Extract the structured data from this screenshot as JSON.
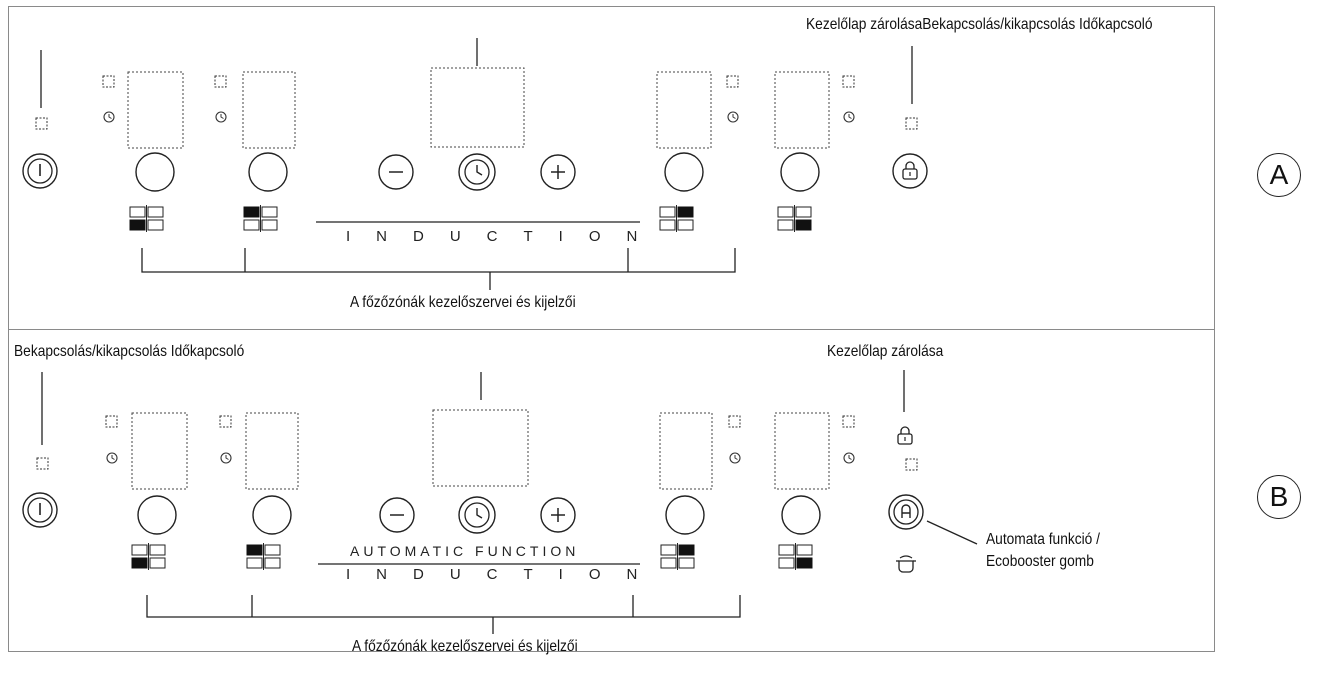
{
  "panel_a": {
    "letter": "A",
    "callout_top_right": "Kezelőlap zárolásaBekapcsolás/kikapcsolás Időkapcsoló",
    "induction_text": "INDUCTION",
    "zones_caption": "A főzőzónák kezelőszervei és kijelzői"
  },
  "panel_b": {
    "letter": "B",
    "callout_top_left": "Bekapcsolás/kikapcsolás Időkapcsoló",
    "callout_lock": "Kezelőlap zárolása",
    "automatic_text": "AUTOMATIC FUNCTION",
    "induction_text": "INDUCTION",
    "auto_button_callout_line1": "Automata funkció /",
    "auto_button_callout_line2": "Ecobooster gomb",
    "zones_caption": "A főzőzónák kezelőszervei és kijelzői"
  },
  "icons": [
    "power-icon",
    "timer-icon",
    "minus-icon",
    "plus-icon",
    "lock-icon",
    "auto-a-icon",
    "pot-icon",
    "zone-indicator-icon",
    "display-icon"
  ]
}
